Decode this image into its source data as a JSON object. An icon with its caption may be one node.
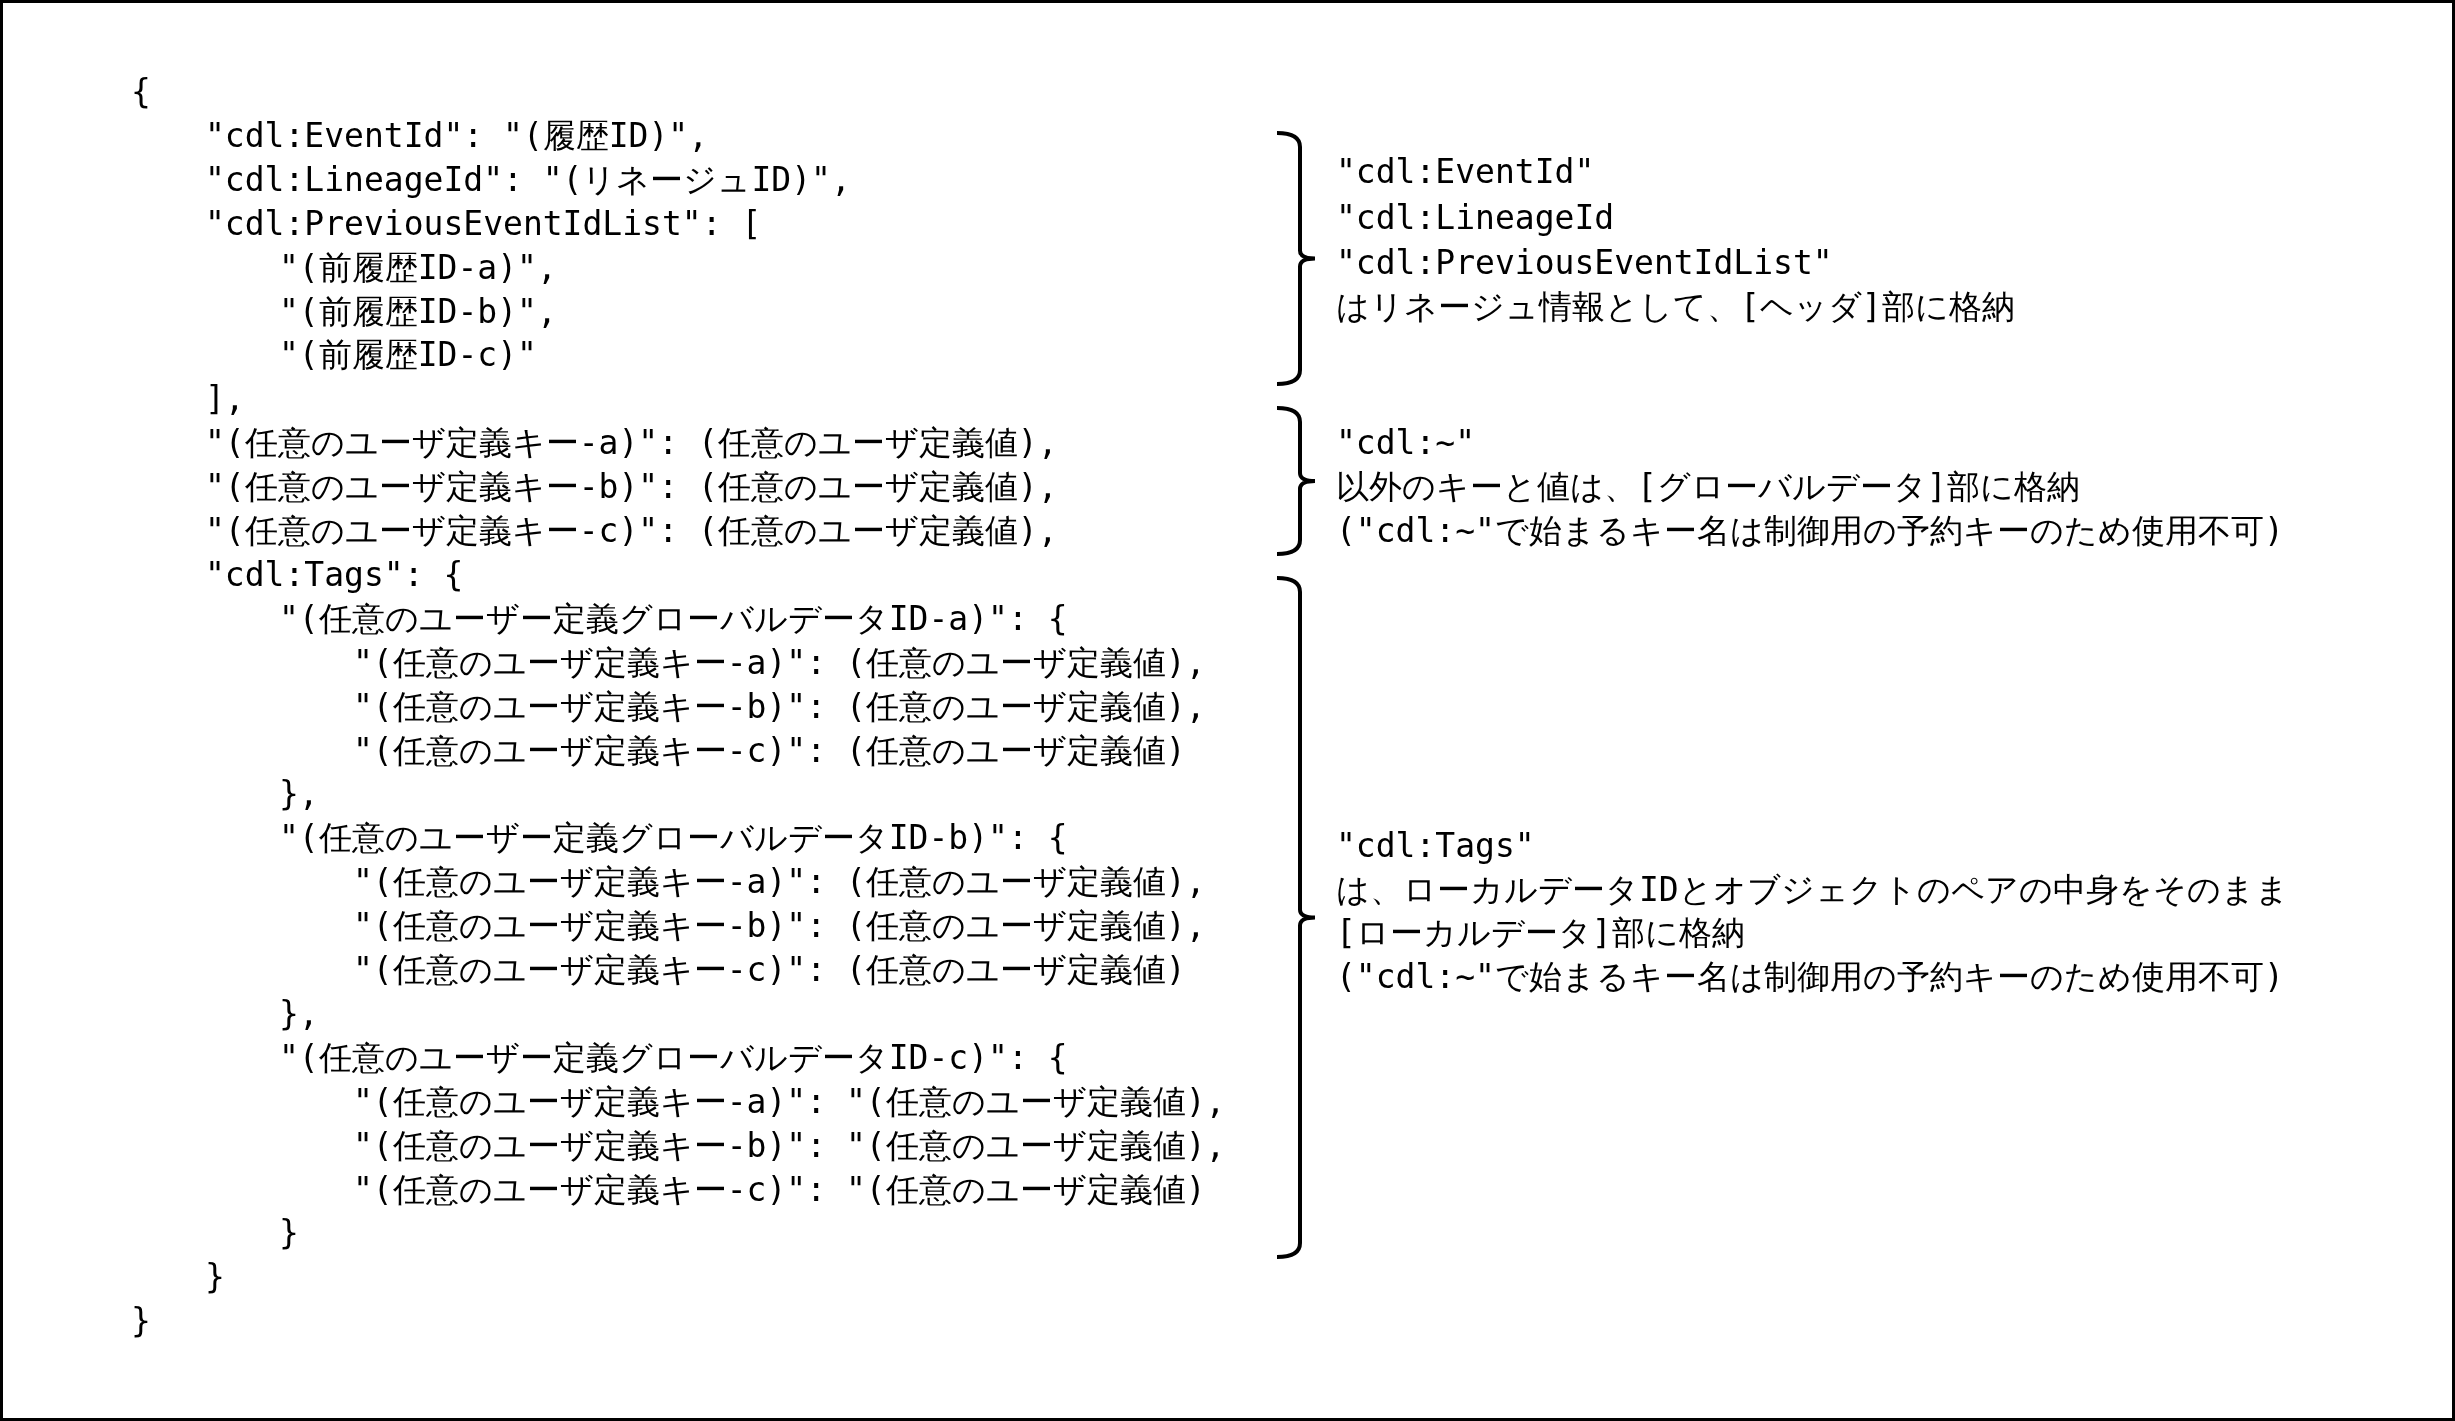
{
  "diagram": {
    "labels": [
      "{",
      "\"cdl:EventId\": \"(履歴ID)\",",
      "\"cdl:LineageId\": \"(リネージュID)\",",
      "\"cdl:PreviousEventIdList\": [",
      "\"(前履歴ID-a)\",",
      "\"(前履歴ID-b)\",",
      "\"(前履歴ID-c)\"",
      "],",
      "\"(任意のユーザ定義キー-a)\": (任意のユーザ定義値),",
      "\"(任意のユーザ定義キー-b)\": (任意のユーザ定義値),",
      "\"(任意のユーザ定義キー-c)\": (任意のユーザ定義値),",
      "\"cdl:Tags\": {",
      "\"(任意のユーザー定義グローバルデータID-a)\": {",
      "\"(任意のユーザ定義キー-a)\": (任意のユーザ定義値),",
      "\"(任意のユーザ定義キー-b)\": (任意のユーザ定義値),",
      "\"(任意のユーザ定義キー-c)\": (任意のユーザ定義値)",
      "},",
      "\"(任意のユーザー定義グローバルデータID-b)\": {",
      "\"(任意のユーザ定義キー-a)\": (任意のユーザ定義値),",
      "\"(任意のユーザ定義キー-b)\": (任意のユーザ定義値),",
      "\"(任意のユーザ定義キー-c)\": (任意のユーザ定義値)",
      "},",
      "\"(任意のユーザー定義グローバルデータID-c)\": {",
      "\"(任意のユーザ定義キー-a)\": \"(任意のユーザ定義値),",
      "\"(任意のユーザ定義キー-b)\": \"(任意のユーザ定義値),",
      "\"(任意のユーザ定義キー-c)\": \"(任意のユーザ定義値)",
      "}",
      "}",
      "}",
      "\"cdl:EventId\"",
      "\"cdl:LineageId",
      "\"cdl:PreviousEventIdList\"",
      "はリネージュ情報として、[ヘッダ]部に格納",
      "\"cdl:~\"",
      "以外のキーと値は、[グローバルデータ]部に格納",
      "(\"cdl:~\"で始まるキー名は制御用の予約キーのため使用不可)",
      "\"cdl:Tags\"",
      "は、ローカルデータIDとオブジェクトのペアの中身をそのまま",
      "[ローカルデータ]部に格納",
      "(\"cdl:~\"で始まるキー名は制御用の予約キーのため使用不可)"
    ]
  }
}
